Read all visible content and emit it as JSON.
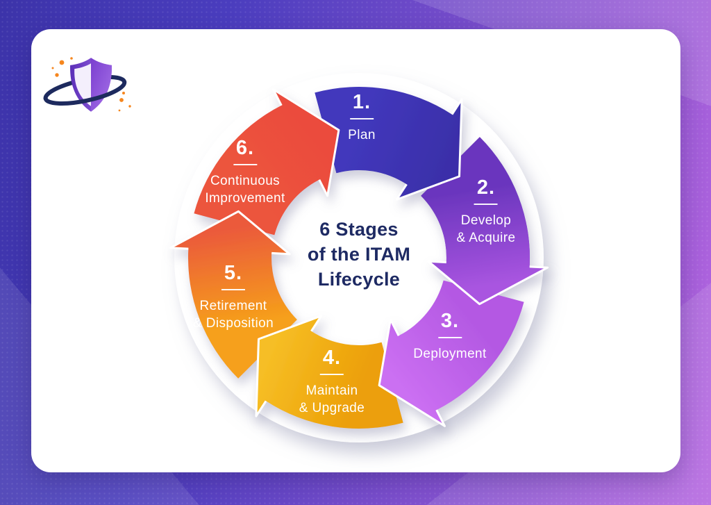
{
  "title": "6 Stages of the ITAM Lifecycle",
  "center_title": "6 Stages\nof the ITAM\nLifecycle",
  "stages": [
    {
      "number": "1.",
      "name": "Plan",
      "color_start": "#4238BC",
      "color_end": "#3A2FA9"
    },
    {
      "number": "2.",
      "name": "Develop\n& Acquire",
      "color_start": "#6B36BE",
      "color_end": "#A955E0"
    },
    {
      "number": "3.",
      "name": "Deployment",
      "color_start": "#B459E3",
      "color_end": "#CB6FF2"
    },
    {
      "number": "4.",
      "name": "Maintain\n& Upgrade",
      "color_start": "#EC9F07",
      "color_end": "#F6BE25"
    },
    {
      "number": "5.",
      "name": "Retirement\n& Disposition",
      "color_start": "#F6A01A",
      "color_end": "#EB5A3B"
    },
    {
      "number": "6.",
      "name": "Continuous\nImprovement",
      "color_start": "#EC553E",
      "color_end": "#EB4B3C"
    }
  ],
  "colors": {
    "background_left": "#3C33A9",
    "background_right": "#B566E0",
    "card": "#FFFFFF",
    "center_text": "#1E2A63",
    "stage_text": "#FFFFFF",
    "logo_ring": "#1D2A5E",
    "logo_shield_start": "#5B2FB8",
    "logo_shield_end": "#A06AE6",
    "logo_dots": "#F5861E"
  },
  "logo": {
    "name": "shield-orbit-logo"
  }
}
